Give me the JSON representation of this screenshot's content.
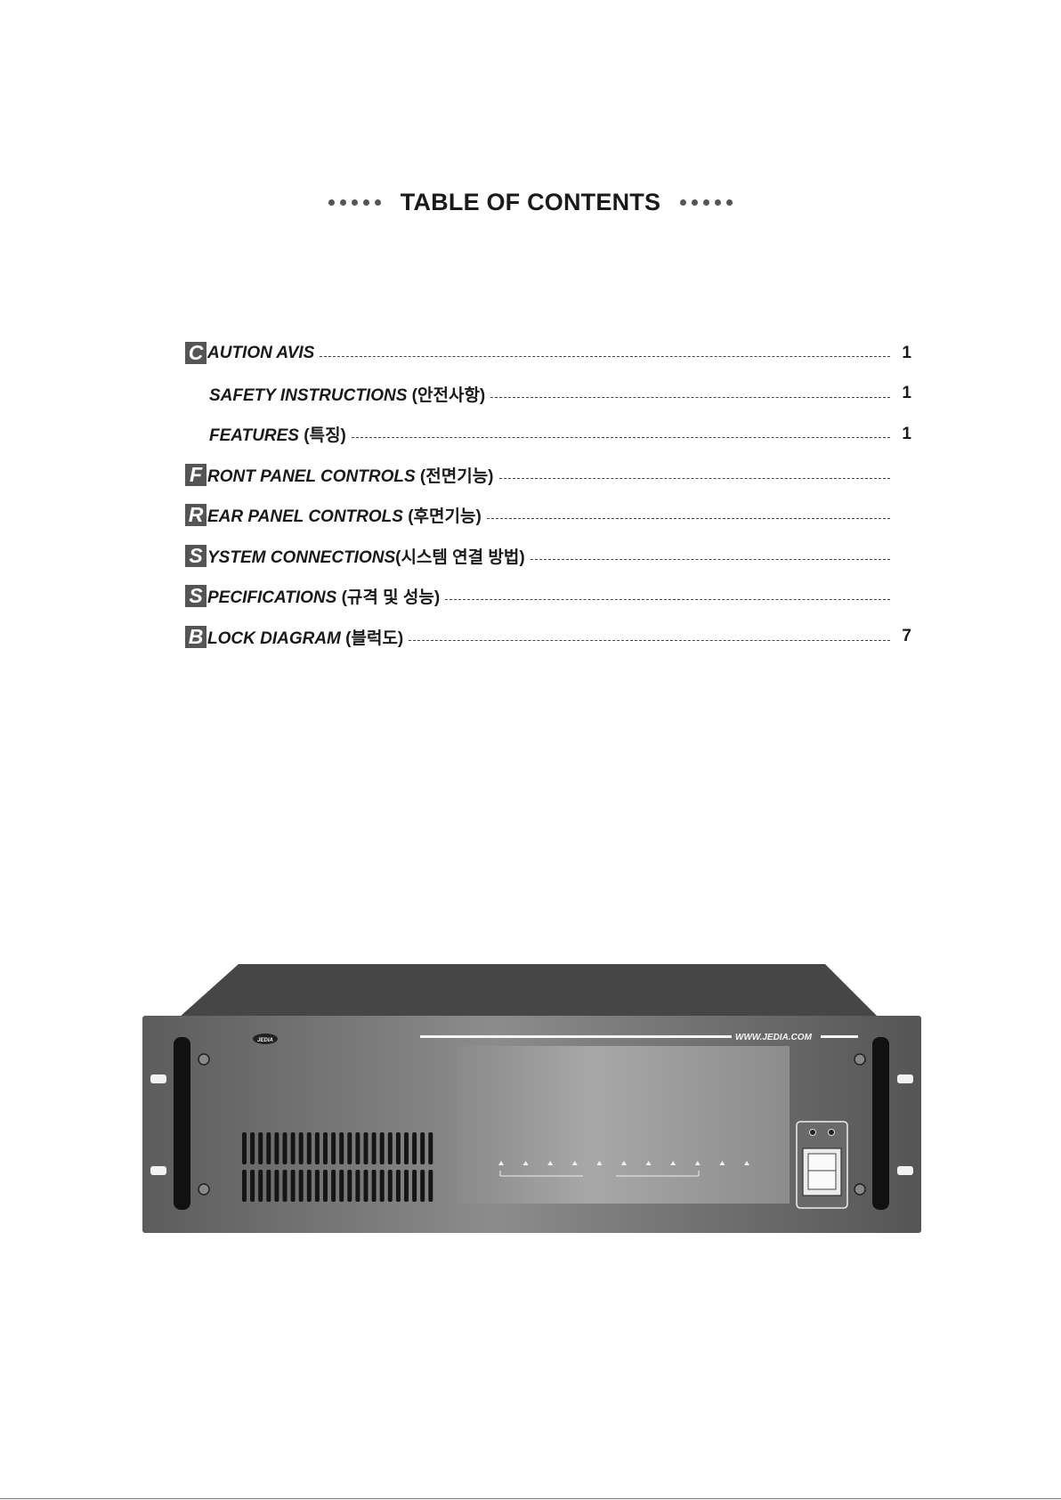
{
  "heading": {
    "title": "TABLE OF CONTENTS"
  },
  "toc": [
    {
      "initial": "C",
      "text": "AUTION AVIS",
      "ko": "",
      "page": "1",
      "indented": false
    },
    {
      "initial": "",
      "text": "SAFETY INSTRUCTIONS ",
      "ko": "(안전사항)",
      "page": "1",
      "indented": true
    },
    {
      "initial": "",
      "text": "FEATURES ",
      "ko": "(특징)",
      "page": "1",
      "indented": true
    },
    {
      "initial": "F",
      "text": "RONT PANEL CONTROLS ",
      "ko": "(전면기능)",
      "page": "",
      "indented": false
    },
    {
      "initial": "R",
      "text": "EAR PANEL CONTROLS ",
      "ko": "(후면기능)",
      "page": "",
      "indented": false
    },
    {
      "initial": "S",
      "text": "YSTEM CONNECTIONS",
      "ko": "(시스템 연결 방법)",
      "page": "",
      "indented": false
    },
    {
      "initial": "S",
      "text": "PECIFICATIONS ",
      "ko": "(규격 및 성능)",
      "page": "",
      "indented": false
    },
    {
      "initial": "B",
      "text": "LOCK DIAGRAM ",
      "ko": "(블럭도)",
      "page": "7",
      "indented": false
    }
  ],
  "device": {
    "brand": "JEDIA",
    "url": "WWW.JEDIA.COM",
    "colors": {
      "top": "#444444",
      "face": "#6b6b6b",
      "window": "#9a9a9a",
      "handle": "#111111"
    }
  }
}
